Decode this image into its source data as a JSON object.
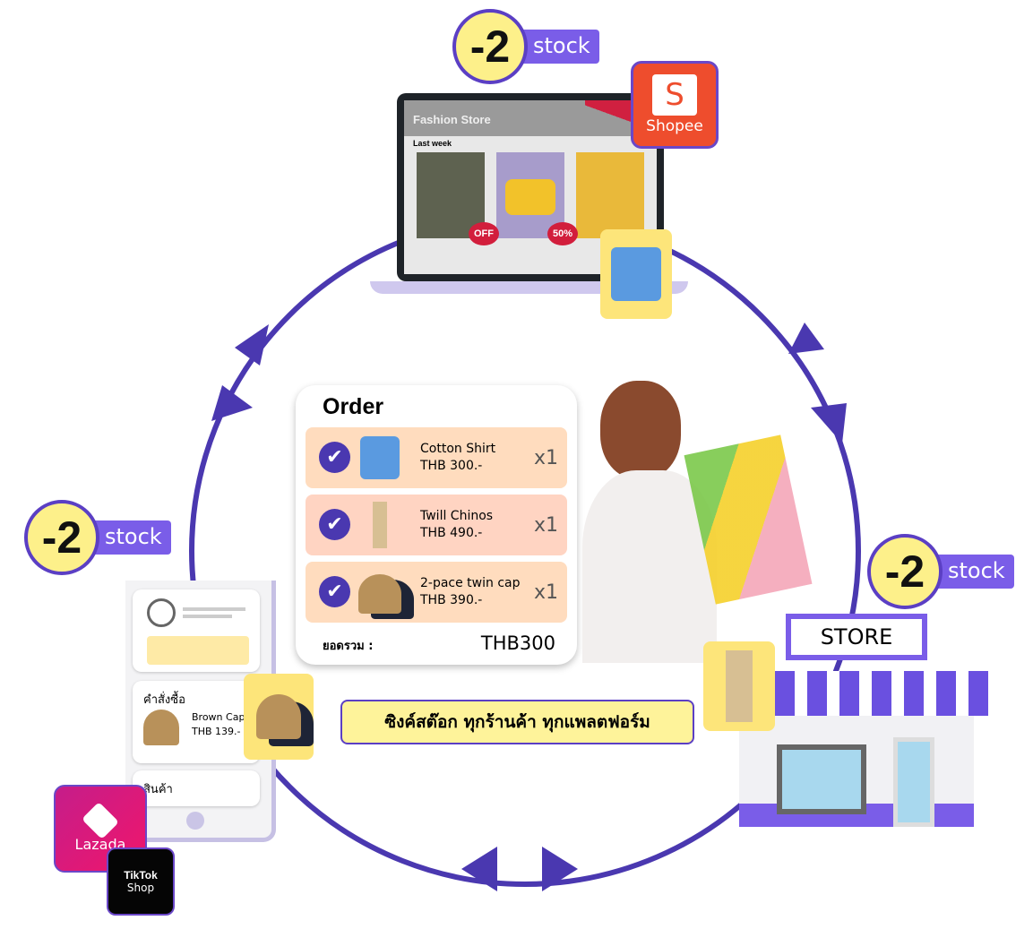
{
  "badges": [
    {
      "value": "-2",
      "label": "stock"
    },
    {
      "value": "-2",
      "label": "stock"
    },
    {
      "value": "-2",
      "label": "stock"
    }
  ],
  "laptop": {
    "store_name": "Fashion Store",
    "section": "Last week",
    "sale1": "OFF",
    "sale2": "50%"
  },
  "shopee": {
    "label": "Shopee",
    "glyph": "S"
  },
  "order": {
    "title": "Order",
    "items": [
      {
        "name": "Cotton Shirt",
        "price": "THB 300.-",
        "qty": "x1"
      },
      {
        "name": "Twill Chinos",
        "price": "THB 490.-",
        "qty": "x1"
      },
      {
        "name": "2-pace twin cap",
        "price": "THB 390.-",
        "qty": "x1"
      }
    ],
    "total_label": "ยอดรวม :",
    "total_value": "THB300"
  },
  "phone": {
    "orders_label": "คำสั่งซื้อ",
    "item_name": "Brown Cap",
    "item_price": "THB 139.-",
    "products_label": "สินค้า"
  },
  "sync_text": "ซิงค์สต๊อก ทุกร้านค้า ทุกแพลตฟอร์ม",
  "store": {
    "sign": "STORE"
  },
  "lazada": {
    "label": "Lazada"
  },
  "tiktok": {
    "label1": "TikTok",
    "label2": "Shop"
  },
  "colors": {
    "purple": "#4a38b0",
    "yellow": "#fde57a",
    "tag": "#7a5de8"
  }
}
